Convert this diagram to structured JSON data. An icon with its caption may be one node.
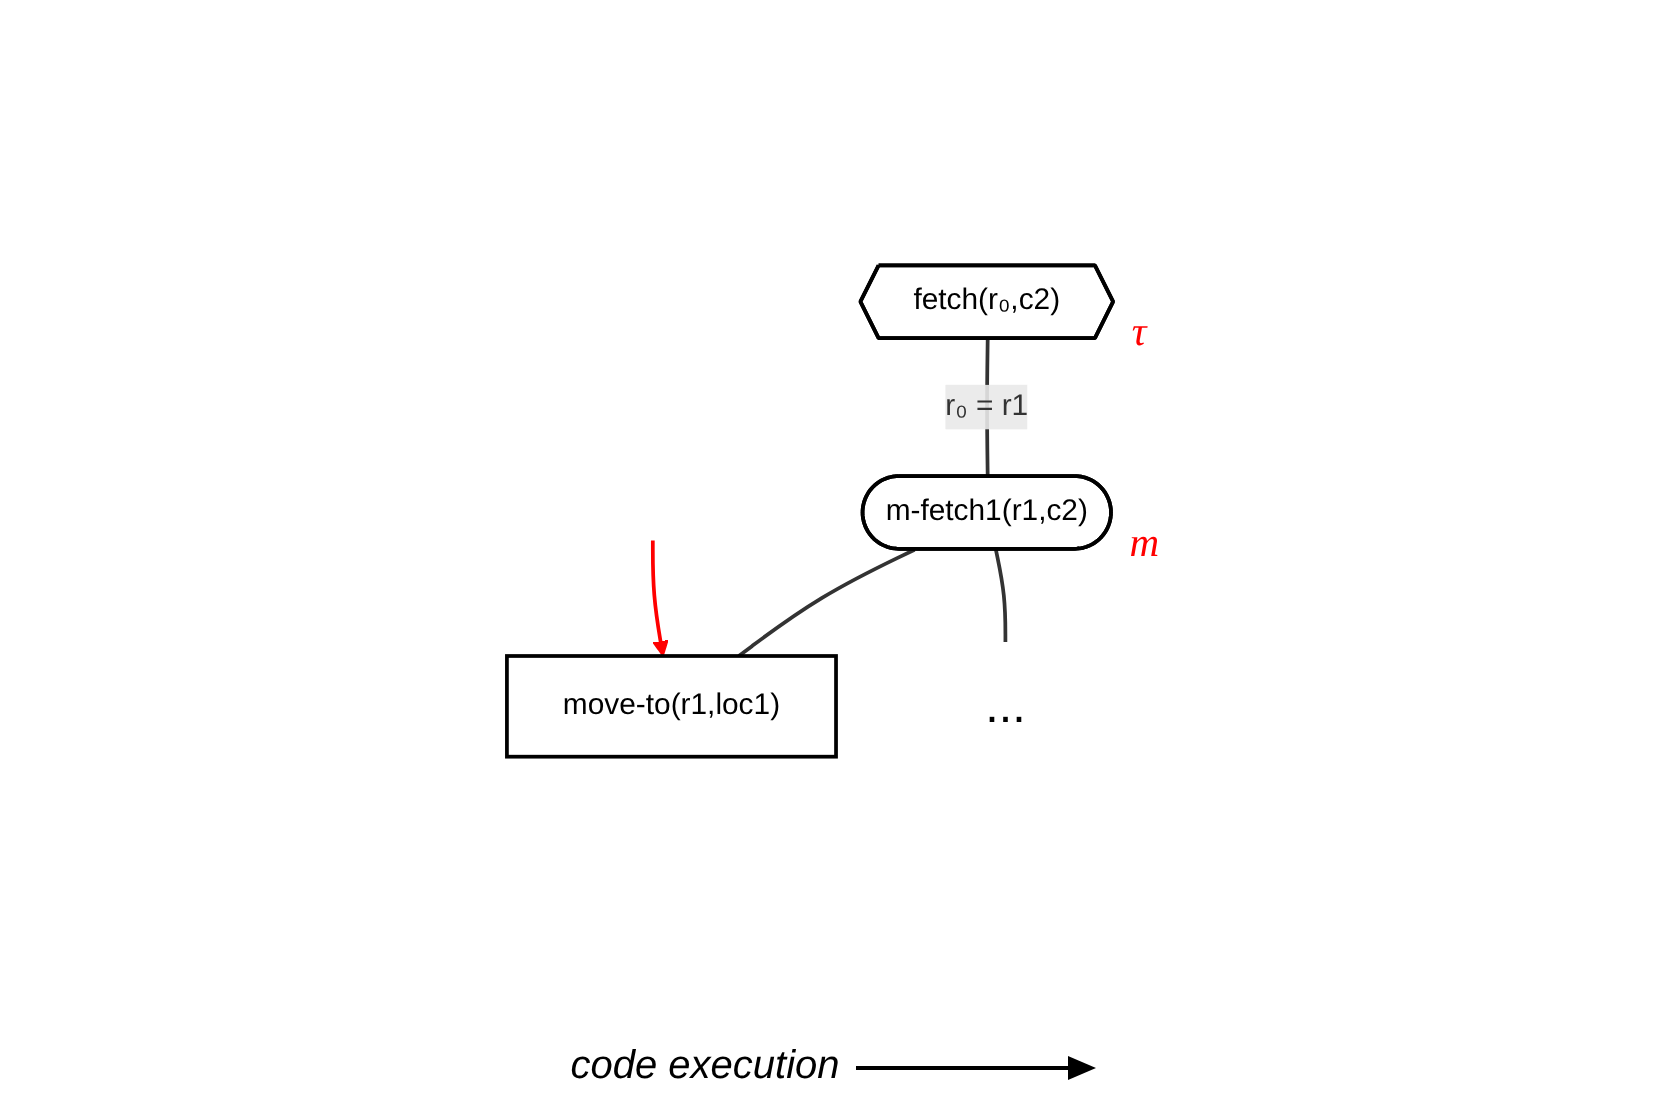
{
  "diagram": {
    "nodes": [
      {
        "text": [
          "fetch(r₀,c2)"
        ],
        "beside": [
          "τ"
        ]
      },
      {
        "text": [
          "m-fetch1(r1,c2)"
        ],
        "beside": [
          "m"
        ]
      },
      {
        "text": [
          "move-to(r1,loc1)"
        ]
      },
      {
        "text": [
          "..."
        ]
      }
    ],
    "edges": [
      {
        "from": 0,
        "to": 1,
        "arrow": "none",
        "label": "r₀ = r1"
      },
      {
        "from": 1,
        "to": 2,
        "arrow": "none"
      },
      {
        "from": 1,
        "to": 3,
        "arrow": "none"
      },
      {
        "from": null,
        "to": 2,
        "arrow": "to",
        "color": "#ff0000"
      }
    ],
    "labels": [
      "code execution"
    ]
  }
}
